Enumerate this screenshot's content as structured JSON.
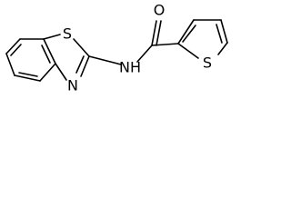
{
  "molecule": {
    "atoms": {
      "oxygen": "O",
      "thiazole_sulfur": "S",
      "thiazole_nitrogen": "N",
      "amide_nh": "NH",
      "thiophene_sulfur": "S"
    }
  }
}
